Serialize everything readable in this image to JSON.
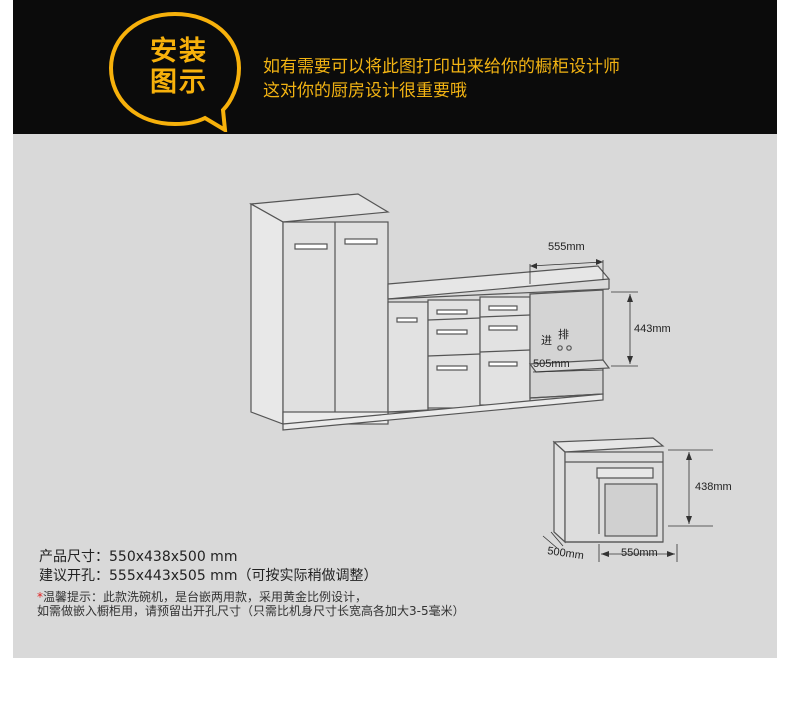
{
  "banner": {
    "badge_line1": "安装",
    "badge_line2": "图示",
    "line1": "如有需要可以将此图打印出来给你的橱柜设计师",
    "line2": "这对你的厨房设计很重要哦",
    "accent_color": "#f7b10b"
  },
  "diagram": {
    "top_width": "555mm",
    "cavity_height": "443mm",
    "cavity_depth": "505mm",
    "inlet_label": "进",
    "outlet_label": "排",
    "unit_height": "438mm",
    "unit_depth": "500mm",
    "unit_width": "550mm"
  },
  "specs": {
    "product_size": "产品尺寸：550x438x500 mm",
    "opening_size": "建议开孔：555x443x505 mm（可按实际稍做调整）"
  },
  "tip": {
    "star": "*",
    "line1": "温馨提示：此款洗碗机，是台嵌两用款，采用黄金比例设计，",
    "line2": "如需做嵌入橱柜用，请预留出开孔尺寸（只需比机身尺寸长宽高各加大3-5毫米）"
  }
}
